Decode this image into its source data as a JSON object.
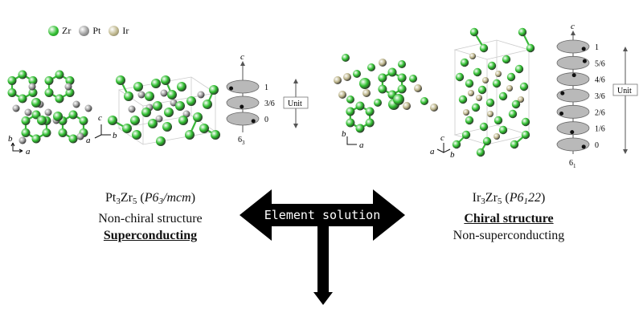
{
  "legend": [
    {
      "symbol": "Zr",
      "color": "#2fbf2f"
    },
    {
      "symbol": "Pt",
      "color": "#9a9a9a"
    },
    {
      "symbol": "Ir",
      "color": "#bdb58a"
    }
  ],
  "left": {
    "formula_a": "Pt",
    "sub_a": "3",
    "formula_b": "Zr",
    "sub_b": "5",
    "space_group_pre": "P6",
    "space_group_sub": "3",
    "space_group_post": "/mcm",
    "line2": "Non-chiral structure",
    "line3": "Superconducting",
    "screw_labels": [
      "1",
      "3/6",
      "0"
    ],
    "screw_axis": "6",
    "screw_axis_sub": "3"
  },
  "right": {
    "formula_a": "Ir",
    "sub_a": "3",
    "formula_b": "Zr",
    "sub_b": "5",
    "space_group_pre": "P6",
    "space_group_sub": "1",
    "space_group_post": "22",
    "line2": "Chiral structure",
    "line3": "Non-superconducting",
    "screw_labels": [
      "1",
      "5/6",
      "4/6",
      "3/6",
      "2/6",
      "1/6",
      "0"
    ],
    "screw_axis": "6",
    "screw_axis_sub": "1"
  },
  "unit_label": "Unit",
  "center_arrow_label": "Element solution",
  "axes": {
    "a": "a",
    "b": "b",
    "c": "c"
  }
}
